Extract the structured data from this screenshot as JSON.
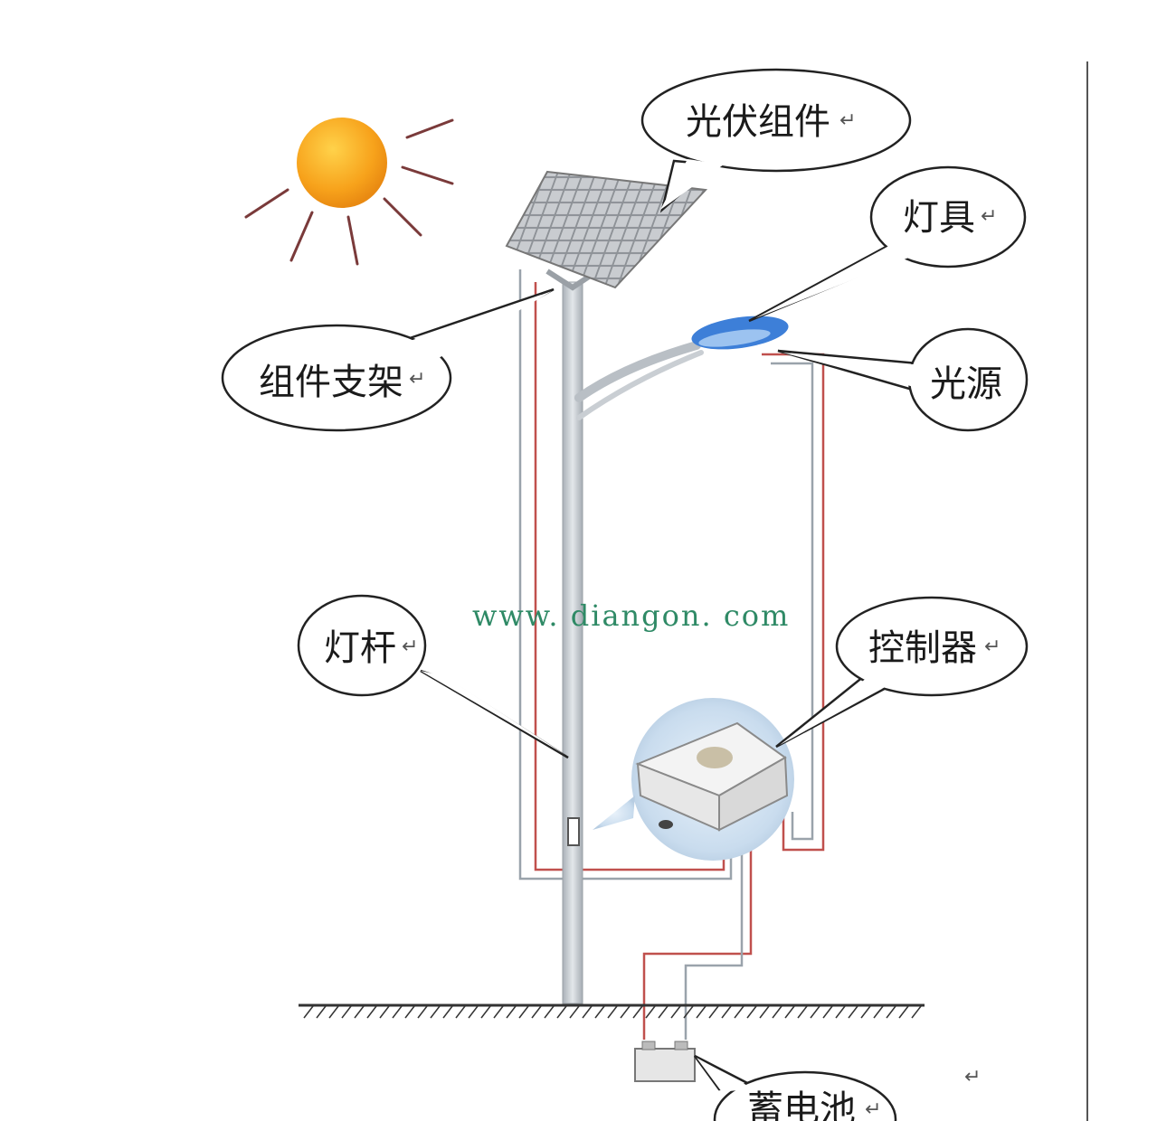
{
  "labels": {
    "pv_module": "光伏组件",
    "lamp": "灯具",
    "module_bracket": "组件支架",
    "light_source": "光源",
    "lamp_pole": "灯杆",
    "controller": "控制器",
    "battery": "蓄电池"
  },
  "return_mark": "↵",
  "watermark": "www. diangon. com",
  "colors": {
    "sun": "#f7a21b",
    "sun_rays": "#7a3a3a",
    "pole": "#c8cdd2",
    "wire_red": "#c0504d",
    "wire_gray": "#9aa3ab",
    "lamp_head": "#3d7fd8",
    "watermark": "#2f8a66"
  }
}
